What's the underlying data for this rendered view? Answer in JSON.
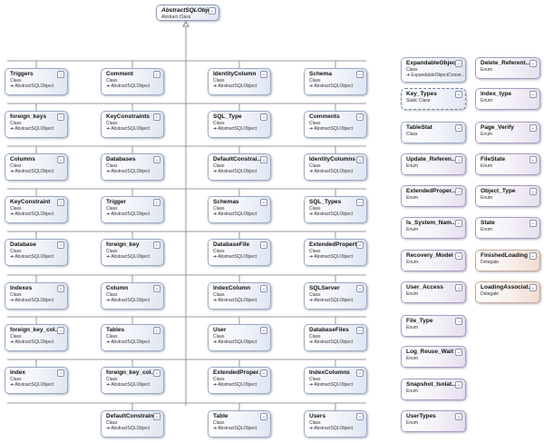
{
  "diagram": {
    "root": {
      "name": "AbstractSQLObject",
      "kind": "Abstract Class"
    },
    "derived_label": "AbstractSQLObject",
    "class_label": "Class",
    "rows": [
      [
        "Triggers",
        "Comment",
        "IdentityColumn",
        "Schema"
      ],
      [
        "foreign_keys",
        "KeyConstraints",
        "SQL_Type",
        "Comments"
      ],
      [
        "Columns",
        "Databases",
        "DefaultConstrai...",
        "IdentityColumns"
      ],
      [
        "KeyConstraint",
        "Trigger",
        "Schemas",
        "SQL_Types"
      ],
      [
        "Database",
        "foreign_key",
        "DatabaseFile",
        "ExtendedProperty"
      ],
      [
        "Indexes",
        "Column",
        "IndexColumn",
        "SQLServer"
      ],
      [
        "foreign_key_col...",
        "Tables",
        "User",
        "DatabaseFiles"
      ],
      [
        "Index",
        "foreign_key_col...",
        "ExtendedProper...",
        "IndexColumns"
      ],
      [
        null,
        "DefaultConstraint",
        "Table",
        "Users"
      ]
    ],
    "side_left": [
      {
        "name": "ExpandableObject",
        "kind": "Class",
        "inh": "ExpandableObjectConve...",
        "style": "class"
      },
      {
        "name": "Key_Types",
        "kind": "Static Class",
        "inh": null,
        "style": "static"
      },
      {
        "name": "TableStat",
        "kind": "Class",
        "inh": null,
        "style": "class"
      },
      {
        "name": "Update_Referen...",
        "kind": "Enum",
        "inh": null,
        "style": "enum"
      },
      {
        "name": "ExtendedProper...",
        "kind": "Enum",
        "inh": null,
        "style": "enum"
      },
      {
        "name": "Is_System_Nam...",
        "kind": "Enum",
        "inh": null,
        "style": "enum"
      },
      {
        "name": "Recovery_Model",
        "kind": "Enum",
        "inh": null,
        "style": "enum"
      },
      {
        "name": "User_Access",
        "kind": "Enum",
        "inh": null,
        "style": "enum"
      },
      {
        "name": "File_Type",
        "kind": "Enum",
        "inh": null,
        "style": "enum"
      },
      {
        "name": "Log_Reuse_Wait",
        "kind": "Enum",
        "inh": null,
        "style": "enum"
      },
      {
        "name": "Snapshot_Isolat...",
        "kind": "Enum",
        "inh": null,
        "style": "enum"
      },
      {
        "name": "UserTypes",
        "kind": "Enum",
        "inh": null,
        "style": "enum"
      }
    ],
    "side_right": [
      {
        "name": "Delete_Referent...",
        "kind": "Enum",
        "style": "enum"
      },
      {
        "name": "Index_type",
        "kind": "Enum",
        "style": "enum"
      },
      {
        "name": "Page_Verify",
        "kind": "Enum",
        "style": "enum"
      },
      {
        "name": "FileState",
        "kind": "Enum",
        "style": "enum"
      },
      {
        "name": "Object_Type",
        "kind": "Enum",
        "style": "enum"
      },
      {
        "name": "State",
        "kind": "Enum",
        "style": "enum"
      },
      {
        "name": "FinishedLoading",
        "kind": "Delegate",
        "style": "deleg"
      },
      {
        "name": "LoadingAssociat...",
        "kind": "Delegate",
        "style": "deleg"
      }
    ],
    "toggle_glyph": "⌄",
    "arrow_glyph": "➔"
  }
}
